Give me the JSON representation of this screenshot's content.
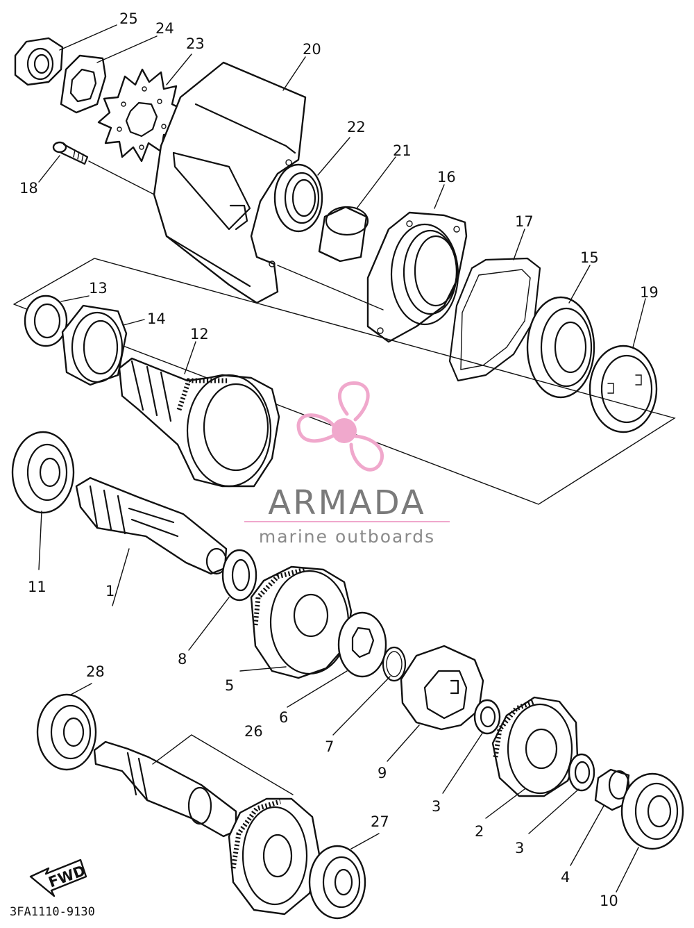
{
  "diagram": {
    "title_code": "3FA1110-9130",
    "fwd_label": "FWD",
    "callouts": [
      "1",
      "2",
      "3",
      "3",
      "4",
      "5",
      "6",
      "7",
      "8",
      "9",
      "10",
      "11",
      "12",
      "13",
      "14",
      "15",
      "16",
      "17",
      "18",
      "19",
      "20",
      "21",
      "22",
      "23",
      "24",
      "25",
      "26",
      "27",
      "28"
    ]
  },
  "watermark": {
    "brand": "ARMADA",
    "tagline": "marine outboards",
    "logo_color": "#f0a8cc",
    "line_color": "#f0a8cc"
  }
}
